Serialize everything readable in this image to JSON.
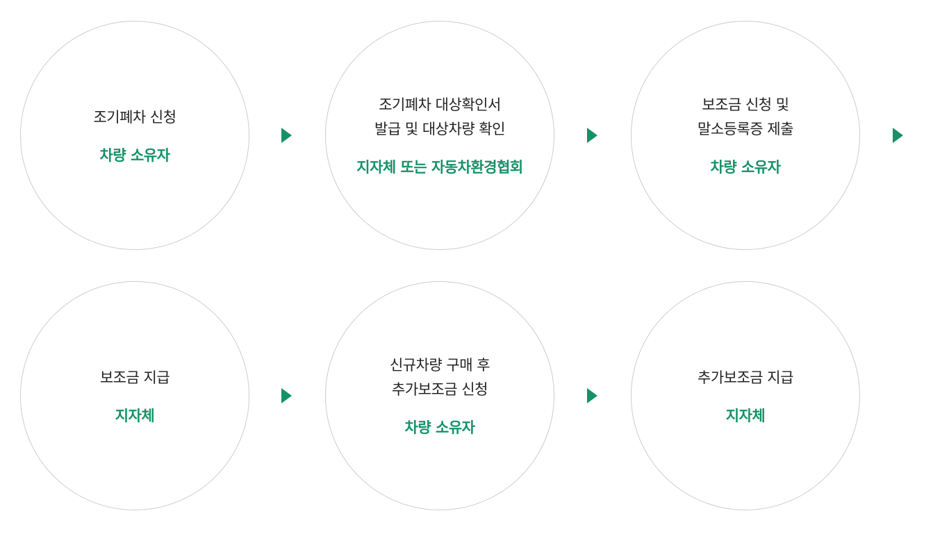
{
  "colors": {
    "accent": "#159168",
    "text": "#222222",
    "circle_border": "#cccccc"
  },
  "steps": [
    {
      "title": "조기폐차 신청",
      "actor": "차량 소유자"
    },
    {
      "title": "조기폐차 대상확인서\n발급 및 대상차량 확인",
      "actor": "지자체 또는 자동차환경협회"
    },
    {
      "title": "보조금 신청 및\n말소등록증 제출",
      "actor": "차량 소유자"
    },
    {
      "title": "보조금 지급",
      "actor": "지자체"
    },
    {
      "title": "신규차량 구매 후\n추가보조금 신청",
      "actor": "차량 소유자"
    },
    {
      "title": "추가보조금 지급",
      "actor": "지자체"
    }
  ],
  "arrows": [
    {
      "icon": "triangle-right-icon"
    },
    {
      "icon": "triangle-right-icon"
    },
    {
      "icon": "triangle-right-icon"
    },
    {
      "icon": "triangle-right-icon"
    },
    {
      "icon": "triangle-right-icon"
    }
  ]
}
